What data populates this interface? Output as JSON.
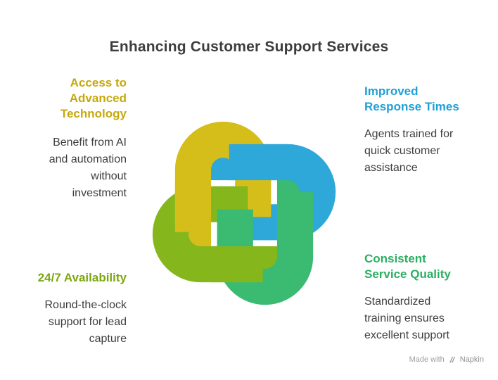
{
  "title": "Enhancing Customer Support Services",
  "sections": {
    "top_left": {
      "heading": "Access to\nAdvanced\nTechnology",
      "body": "Benefit from AI\nand automation\nwithout\ninvestment",
      "color": "#C5A90C"
    },
    "top_right": {
      "heading": "Improved\nResponse Times",
      "body": "Agents trained for\nquick customer\nassistance",
      "color": "#1EA0D6"
    },
    "bottom_left": {
      "heading": "24/7 Availability",
      "body": "Round-the-clock\nsupport for lead\ncapture",
      "color": "#7CA80F"
    },
    "bottom_right": {
      "heading": "Consistent\nService Quality",
      "body": "Standardized\ntraining ensures\nexcellent support",
      "color": "#2BAF62"
    }
  },
  "knot": {
    "colors": {
      "yellow": "#D6BE1A",
      "blue": "#2EA7D9",
      "olive": "#85B71D",
      "green": "#3BBA71"
    }
  },
  "footer": {
    "made_with": "Made with",
    "brand": "Napkin"
  }
}
